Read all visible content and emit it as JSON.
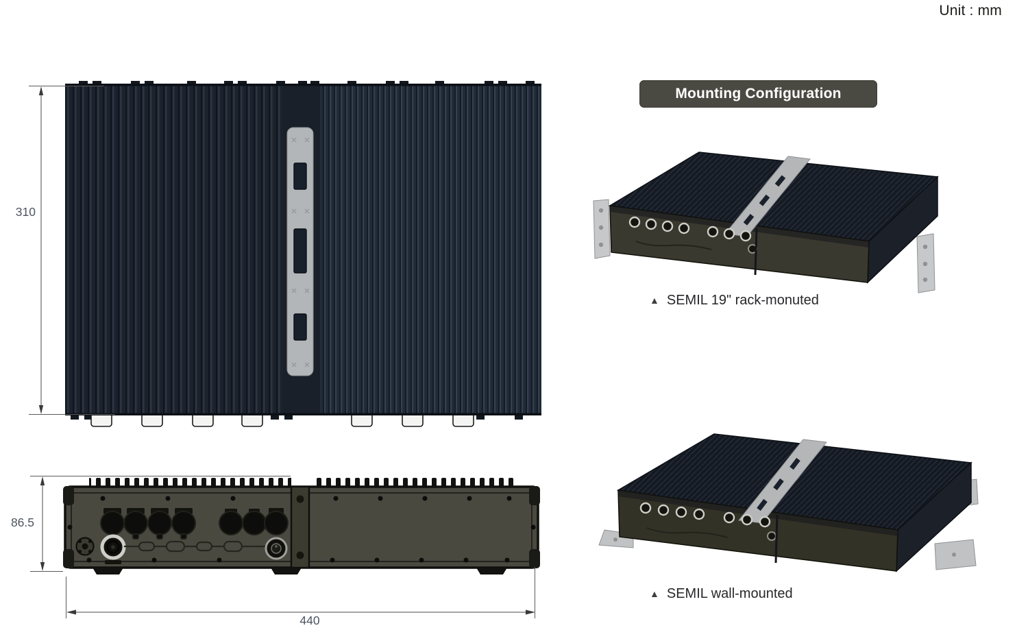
{
  "page": {
    "unit_label": "Unit : mm"
  },
  "technical_drawing": {
    "top_view": {
      "description": "top view of finned heatsink chassis with central mounting bracket",
      "height_dim": "310"
    },
    "front_view": {
      "description": "front view line drawing with connectors and fin comb",
      "height_dim": "86.5",
      "width_dim": "440"
    }
  },
  "mounting_configuration": {
    "header": "Mounting Configuration",
    "items": [
      {
        "marker": "▲",
        "caption": "SEMIL 19\" rack-monuted"
      },
      {
        "marker": "▲",
        "caption": "SEMIL wall-mounted"
      }
    ]
  },
  "colors": {
    "badge_bg": "#4a4a42",
    "badge_text": "#ffffff",
    "dim_line": "#4a4a4a",
    "heatsink_dark_half": "#1c222c",
    "heatsink_light_half": "#212a36",
    "bracket_gray": "#b3b6b8",
    "front_body": "#4a4940"
  }
}
